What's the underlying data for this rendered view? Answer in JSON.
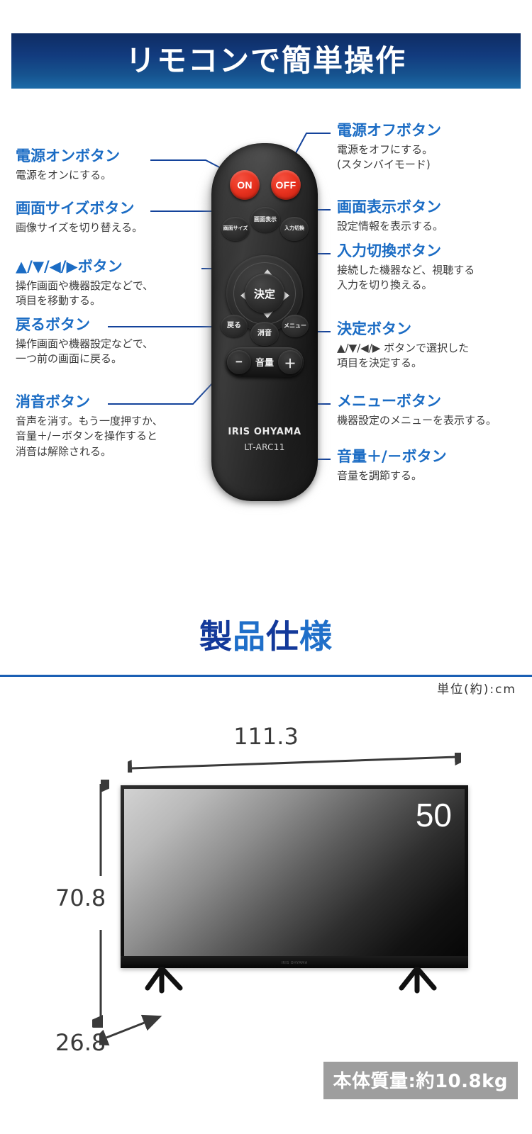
{
  "header": {
    "title": "リモコンで簡単操作"
  },
  "callouts_left": [
    {
      "name": "power-on",
      "title": "電源オンボタン",
      "body": "電源をオンにする。"
    },
    {
      "name": "screen-size",
      "title": "画面サイズボタン",
      "title_dark": "画面",
      "title_light": "サイズボタン",
      "body": "画像サイズを切り替える。"
    },
    {
      "name": "direction-pad",
      "title": "▲/▼/◀/▶ボタン",
      "body": "操作画面や機器設定などで、\n項目を移動する。"
    },
    {
      "name": "back",
      "title": "戻るボタン",
      "body": "操作画面や機器設定などで、\n一つ前の画面に戻る。"
    },
    {
      "name": "mute",
      "title": "消音ボタン",
      "body": "音声を消す。もう一度押すか、\n音量＋/－ボタンを操作すると\n消音は解除される。"
    }
  ],
  "callouts_right": [
    {
      "name": "power-off",
      "title": "電源オフボタン",
      "body": "電源をオフにする。\n(スタンバイモード)"
    },
    {
      "name": "screen-display",
      "title": "画面表示ボタン",
      "body": "設定情報を表示する。"
    },
    {
      "name": "input-switch",
      "title": "入力切換ボタン",
      "body": "接続した機器など、視聴する\n入力を切り換える。"
    },
    {
      "name": "enter",
      "title": "決定ボタン",
      "body": "▲/▼/◀/▶ ボタンで選択した\n項目を決定する。"
    },
    {
      "name": "menu",
      "title": "メニューボタン",
      "body": "機器設定のメニューを表示する。"
    },
    {
      "name": "volume",
      "title": "音量＋/－ボタン",
      "body": "音量を調節する。"
    }
  ],
  "remote": {
    "power_on_label": "ON",
    "power_off_label": "OFF",
    "screen_size_label": "画面サイズ",
    "screen_display_label": "画面表示",
    "input_switch_label": "入力切換",
    "enter_label": "決定",
    "back_label": "戻る",
    "mute_label": "消音",
    "menu_label": "メニュー",
    "volume_label": "音量",
    "volume_minus_label": "−",
    "volume_plus_label": "＋",
    "brand": "IRIS OHYAMA",
    "model": "LT-ARC11"
  },
  "spec": {
    "title_dark_1": "製",
    "title_light_1": "品",
    "title_dark_2": "仕",
    "title_light_2": "様",
    "unit_label": "単位(約):cm",
    "width": "111.3",
    "height": "70.8",
    "depth": "26.8",
    "screen_size": "50",
    "tv_logo": "IRIS OHYAMA",
    "weight_badge": "本体質量:約10.8kg"
  }
}
